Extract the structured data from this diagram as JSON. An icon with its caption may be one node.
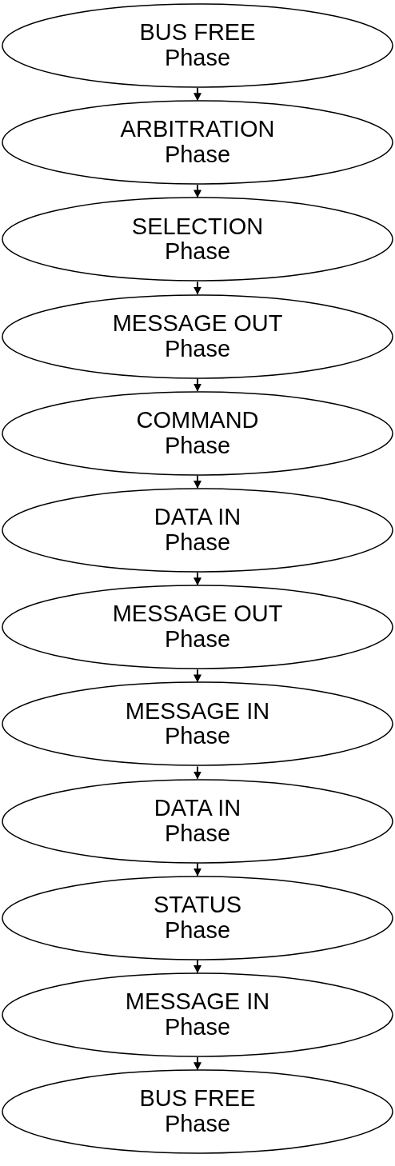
{
  "diagram": {
    "nodes": [
      {
        "text": [
          "BUS FREE",
          "Phase"
        ]
      },
      {
        "text": [
          "ARBITRATION",
          "Phase"
        ]
      },
      {
        "text": [
          "SELECTION",
          "Phase"
        ]
      },
      {
        "text": [
          "MESSAGE OUT",
          "Phase"
        ]
      },
      {
        "text": [
          "COMMAND",
          "Phase"
        ]
      },
      {
        "text": [
          "DATA IN",
          "Phase"
        ]
      },
      {
        "text": [
          "MESSAGE OUT",
          "Phase"
        ]
      },
      {
        "text": [
          "MESSAGE IN",
          "Phase"
        ]
      },
      {
        "text": [
          "DATA IN",
          "Phase"
        ]
      },
      {
        "text": [
          "STATUS",
          "Phase"
        ]
      },
      {
        "text": [
          "MESSAGE IN",
          "Phase"
        ]
      },
      {
        "text": [
          "BUS FREE",
          "Phase"
        ]
      }
    ],
    "edges": [
      {
        "from": 0,
        "to": 1,
        "arrow": "to"
      },
      {
        "from": 1,
        "to": 2,
        "arrow": "to"
      },
      {
        "from": 2,
        "to": 3,
        "arrow": "to"
      },
      {
        "from": 3,
        "to": 4,
        "arrow": "to"
      },
      {
        "from": 4,
        "to": 5,
        "arrow": "to"
      },
      {
        "from": 5,
        "to": 6,
        "arrow": "to"
      },
      {
        "from": 6,
        "to": 7,
        "arrow": "to"
      },
      {
        "from": 7,
        "to": 8,
        "arrow": "to"
      },
      {
        "from": 8,
        "to": 9,
        "arrow": "to"
      },
      {
        "from": 9,
        "to": 10,
        "arrow": "to"
      },
      {
        "from": 10,
        "to": 11,
        "arrow": "to"
      }
    ]
  }
}
